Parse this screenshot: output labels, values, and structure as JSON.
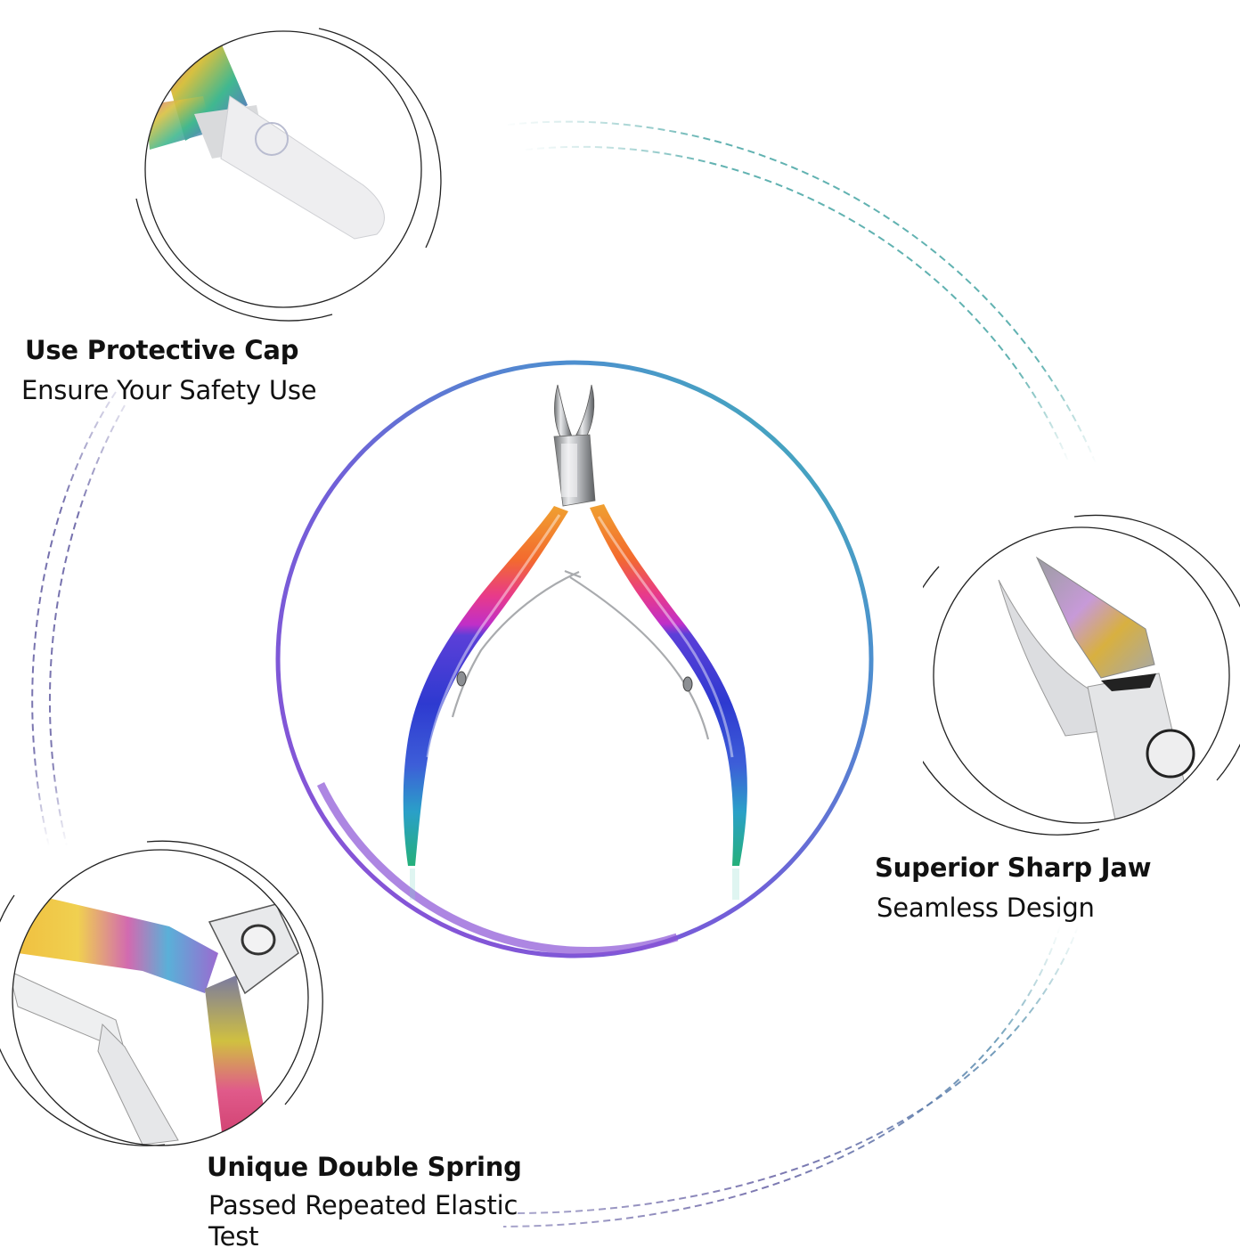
{
  "product": {
    "name": "Cuticle Nipper",
    "finish": "rainbow titanium handle",
    "ring_gradient": {
      "start": "#8a4fd8",
      "middle": "#6a6ad8",
      "end": "#3fb6b0"
    },
    "dashed_arc_colors": {
      "teal": "#4fa9a8",
      "purple": "#6d68a8"
    }
  },
  "callouts": [
    {
      "id": "protective-cap",
      "title": "Use Protective Cap",
      "subtitle": "Ensure Your Safety Use"
    },
    {
      "id": "sharp-jaw",
      "title": "Superior Sharp Jaw",
      "subtitle": "Seamless Design"
    },
    {
      "id": "double-spring",
      "title": "Unique Double Spring",
      "subtitle": "Passed Repeated Elastic Test"
    }
  ],
  "thumbnails": [
    {
      "id": "cap-closeup",
      "depicts": "nipper tip with translucent protective cap"
    },
    {
      "id": "jaw-closeup",
      "depicts": "sharp cutting jaw close-up"
    },
    {
      "id": "spring-closeup",
      "depicts": "double spring and hinge close-up"
    }
  ]
}
